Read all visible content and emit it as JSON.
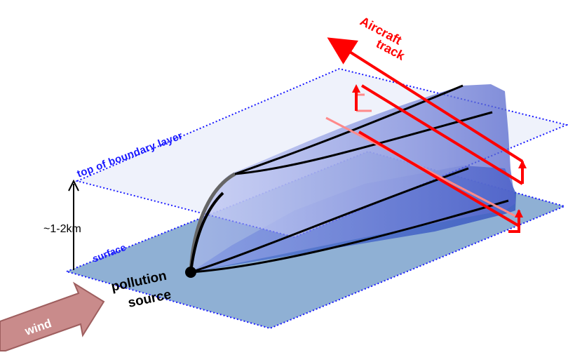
{
  "labels": {
    "top_layer": "top of boundary layer",
    "surface": "surface",
    "height": "~1-2km",
    "source_line1": "pollution",
    "source_line2": "source",
    "aircraft_line1": "Aircraft",
    "aircraft_line2": "track",
    "wind": "wind"
  },
  "colors": {
    "plane_border": "#1a1aff",
    "surface_fill": "#8fb0d4",
    "top_fill": "#eef2fb",
    "plume": "#6e7fd8",
    "track": "#ff0000",
    "track_faded": "#ff8a8a",
    "wind_arrow": "#c98b8b",
    "black": "#000000"
  },
  "icons": {
    "wind": "wind-arrow-icon",
    "aircraft": "aircraft-track-arrow-icon"
  }
}
